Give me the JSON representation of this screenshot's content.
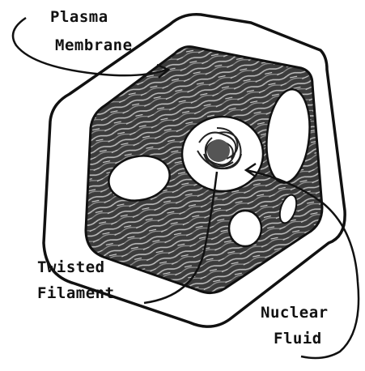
{
  "diagram": {
    "labels": {
      "plasma_membrane_line1": "Plasma",
      "plasma_membrane_line2": "Membrane",
      "twisted_filament_line1": "Twisted",
      "twisted_filament_line2": "Filament",
      "nuclear_fluid_line1": "Nuclear",
      "nuclear_fluid_line2": "Fluid"
    },
    "colors": {
      "ink": "#111111",
      "cytoplasm": "#3a3a3a",
      "background": "#ffffff"
    }
  }
}
